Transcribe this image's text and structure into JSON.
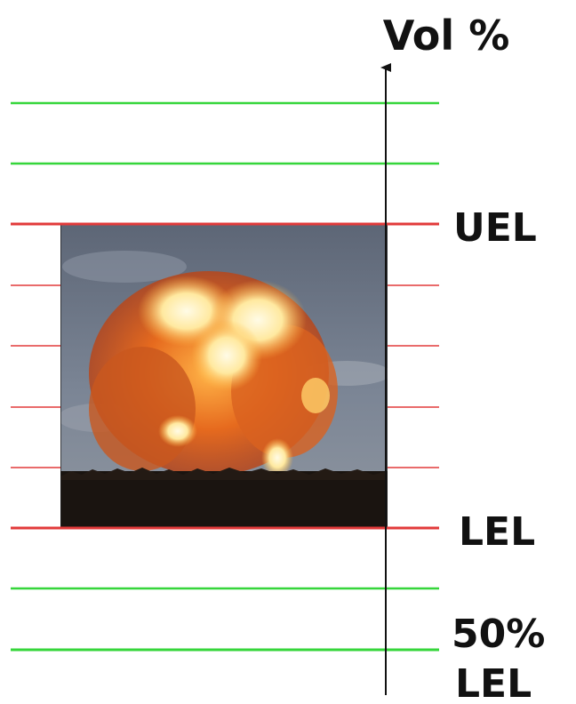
{
  "axis": {
    "label": "Vol %"
  },
  "labels": {
    "uel": "UEL",
    "lel": "LEL",
    "half_lel_line1": "50%",
    "half_lel_line2": "LEL"
  },
  "image": {
    "subject": "explosion fireball"
  },
  "colors": {
    "flammable_range_line": "#e23a3a",
    "safe_range_line": "#35d63a",
    "axis": "#111111",
    "sky": "#6f7a8c",
    "ground": "#1a1410",
    "fire_outer": "#d85e1c",
    "fire_mid": "#ff9a2e",
    "fire_core": "#fff4c8"
  }
}
